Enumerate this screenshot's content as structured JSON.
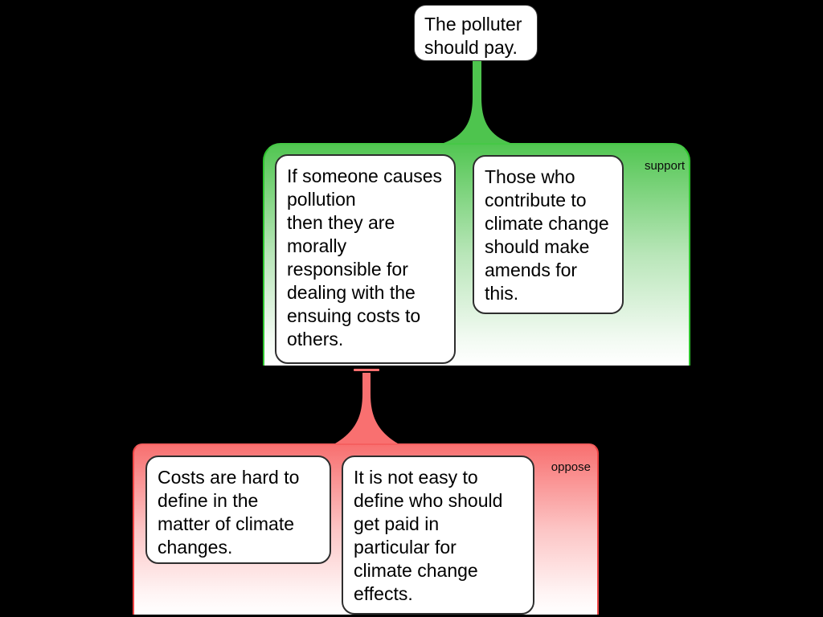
{
  "app": {
    "background": "#000000",
    "map_type": "argument-map"
  },
  "claim": {
    "text": "The polluter\nshould pay."
  },
  "groups": {
    "support": {
      "label": "support",
      "relation": "support",
      "accent_top": "#52c652",
      "border_color": "#2dc32d",
      "connector_color": "#4ec44e",
      "premises": [
        {
          "text": "If someone causes\npollution\nthen they are\nmorally\nresponsible for\ndealing with the\nensuing costs to\nothers."
        },
        {
          "text": "Those who\ncontribute to\nclimate change\nshould make\namends for\nthis."
        }
      ]
    },
    "oppose": {
      "label": "oppose",
      "relation": "oppose",
      "accent_top": "#f87070",
      "border_color": "#ee4444",
      "connector_color": "#f97070",
      "premises": [
        {
          "text": "Costs are hard to\ndefine in the\nmatter of climate\nchanges."
        },
        {
          "text": "It is not easy to\ndefine who should\nget paid in\nparticular for\nclimate change\neffects."
        }
      ]
    }
  }
}
